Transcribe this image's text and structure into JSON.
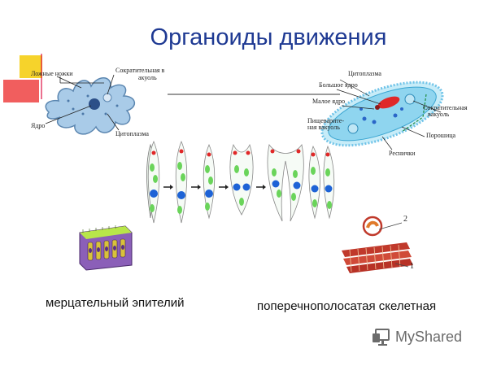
{
  "slide": {
    "title": "Органоиды движения",
    "caption_left": "мерцательный эпителий",
    "caption_right": "поперечнополосатая скелетная"
  },
  "amoeba": {
    "labels": {
      "pseudopods": "Ложные ножки",
      "contractile_vacuole_1": "Сократительная в",
      "contractile_vacuole_2": "акуоль",
      "nucleus": "Ядро",
      "cytoplasm": "Цитоплазма"
    }
  },
  "paramecium": {
    "labels": {
      "cytoplasm": "Цитоплазма",
      "large_nucleus": "Большое ядро",
      "small_nucleus": "Малое ядро",
      "digestive_vacuole_1": "Пищеварите-",
      "digestive_vacuole_2": "ная вакуоль",
      "contractile_vacuole_1": "Сократительная",
      "contractile_vacuole_2": "вакуоль",
      "cell_mouth": "Порошица",
      "cilia": "Реснички"
    }
  },
  "muscle": {
    "labels": {
      "one": "1",
      "two": "2"
    }
  },
  "brand": {
    "name_my": "My",
    "name_shared": "Shared"
  },
  "colors": {
    "title": "#1f3a93",
    "euglena_body": "#6ad45a",
    "euglena_nucleus": "#1e63d6",
    "amoeba": "#a9cbe8",
    "paramecium": "#6fc3e8",
    "muscle": "#c0392b",
    "epithelium": "#7b4fa6"
  }
}
